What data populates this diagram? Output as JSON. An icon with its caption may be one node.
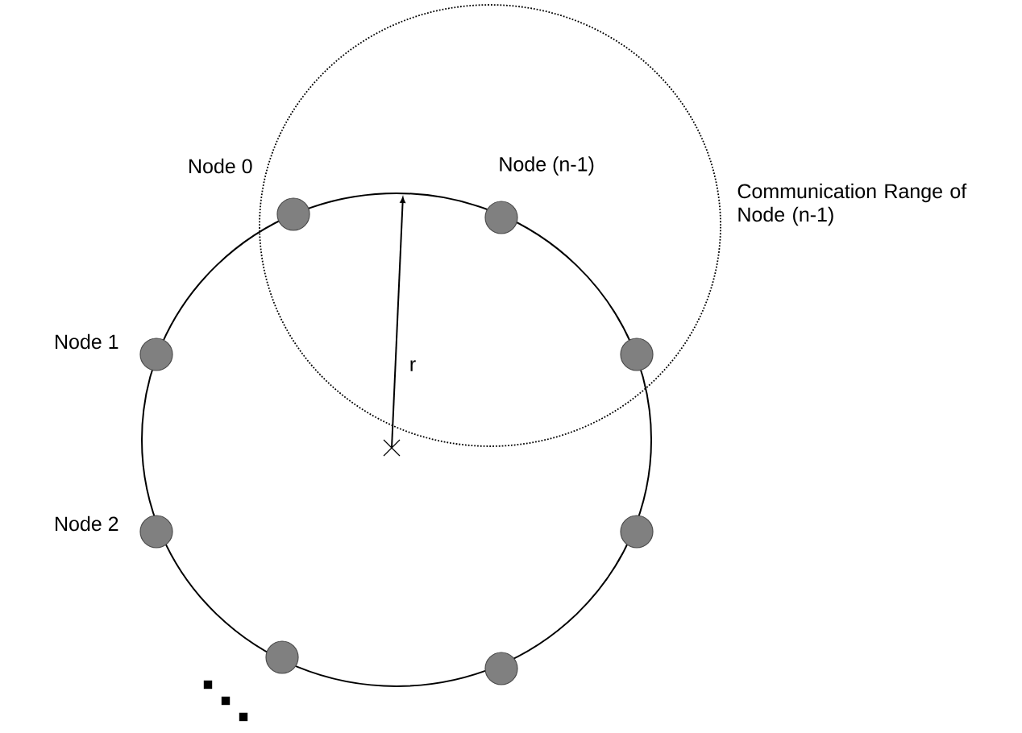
{
  "diagram": {
    "nodes": [
      {
        "text": [],
        "shape": "circle",
        "beside": [
          "Node 0"
        ]
      },
      {
        "text": [],
        "shape": "circle",
        "beside": [
          "Node (n-1)"
        ]
      },
      {
        "text": [],
        "shape": "circle",
        "beside": [
          "Node 1"
        ]
      },
      {
        "text": [],
        "shape": "circle"
      },
      {
        "text": [],
        "shape": "circle",
        "beside": [
          "Node 2"
        ]
      },
      {
        "text": [],
        "shape": "circle"
      },
      {
        "text": [],
        "shape": "circle"
      },
      {
        "text": [],
        "shape": "circle"
      }
    ],
    "labels": [
      "Communication Range of Node (n-1)",
      "r"
    ]
  }
}
